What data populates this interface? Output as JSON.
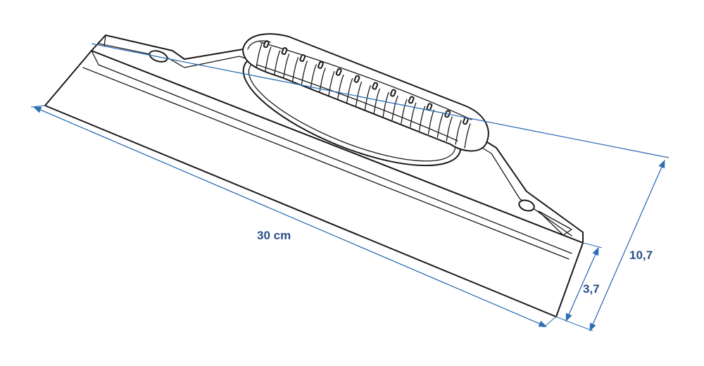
{
  "dimensions": {
    "length": "30 cm",
    "blade_height": "3,7",
    "total_height": "10,7"
  },
  "colors": {
    "dimension": "#2f6fb3",
    "dimension_text": "#2a4f8a",
    "outline": "#1a1a1a"
  }
}
